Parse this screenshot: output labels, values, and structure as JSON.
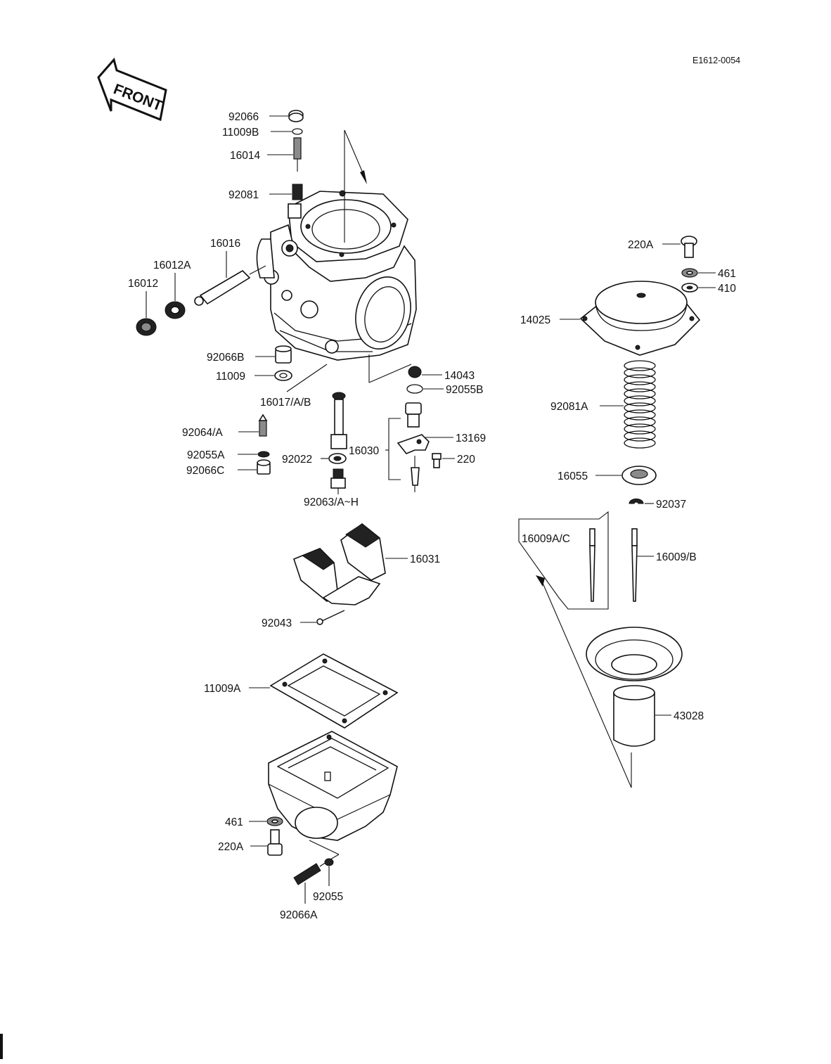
{
  "diagram_code": "E1612-0054",
  "front_label": "FRONT",
  "part_labels": {
    "p92066": "92066",
    "p11009B": "11009B",
    "p16014": "16014",
    "p92081": "92081",
    "p16016": "16016",
    "p16012A": "16012A",
    "p16012": "16012",
    "p92066B": "92066B",
    "p11009": "11009",
    "p16017": "16017/A/B",
    "p92064": "92064/A",
    "p92055A": "92055A",
    "p92066C": "92066C",
    "p92022": "92022",
    "p92063": "92063/A~H",
    "p16030": "16030",
    "p14043": "14043",
    "p92055B": "92055B",
    "p13169": "13169",
    "p220": "220",
    "p220A_top": "220A",
    "p461_top": "461",
    "p410": "410",
    "p14025": "14025",
    "p92081A": "92081A",
    "p16055": "16055",
    "p92037": "92037",
    "p16009AC": "16009A/C",
    "p16009B": "16009/B",
    "p43028": "43028",
    "p16031": "16031",
    "p92043": "92043",
    "p11009A": "11009A",
    "p461_bot": "461",
    "p220A_bot": "220A",
    "p92055": "92055",
    "p92066A": "92066A"
  }
}
